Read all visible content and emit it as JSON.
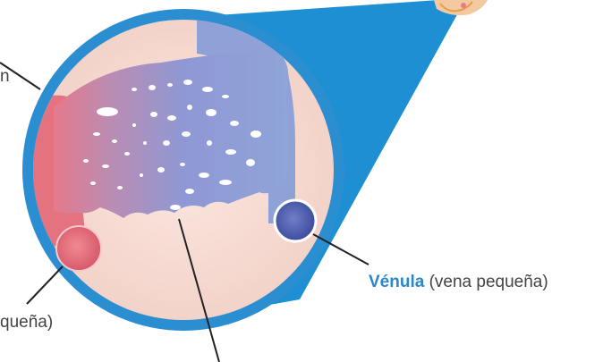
{
  "labels": {
    "venula": {
      "name": "Vénula",
      "detail": "(vena pequeña)"
    },
    "arteriola_partial": "queña)",
    "top_left_partial": "n"
  },
  "colors": {
    "outer_ring": "#2b8ed0",
    "zoom_beam": "#1e8fd3",
    "background": "#f7dcd2",
    "capillary_blue": "#8f9fd6",
    "capillary_pink": "#e47c8b",
    "arteriole": "#e8707d",
    "venule": "#5b6bb8",
    "venula_label": "#2a87c9",
    "text": "#444444"
  }
}
